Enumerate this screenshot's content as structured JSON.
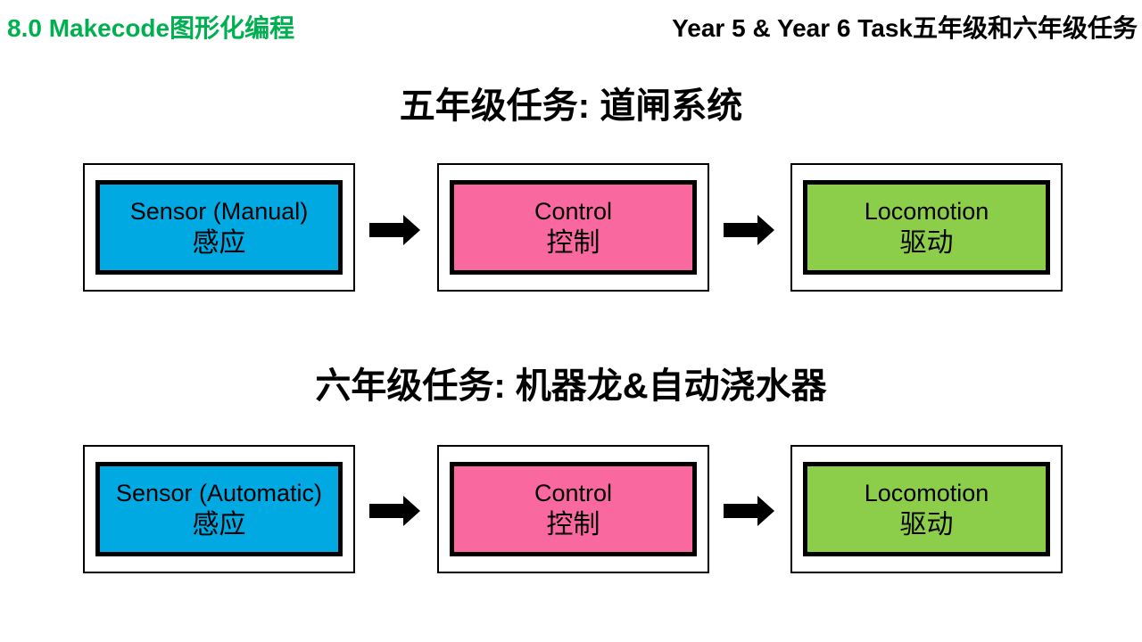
{
  "header": {
    "left_title": "8.0 Makecode图形化编程",
    "left_color": "#00B050",
    "right_title": "Year 5 & Year 6 Task五年级和六年级任务",
    "right_color": "#000000"
  },
  "colors": {
    "sensor_blue": "#00A9E2",
    "control_pink": "#F9699F",
    "locomotion_green": "#8CCE4A",
    "box_border": "#000000",
    "arrow_black": "#000000"
  },
  "sections": [
    {
      "title": "五年级任务: 道闸系统",
      "boxes": [
        {
          "line1": "Sensor (Manual)",
          "line2": "感应",
          "color": "#00A9E2"
        },
        {
          "line1": "Control",
          "line2": "控制",
          "color": "#F9699F"
        },
        {
          "line1": "Locomotion",
          "line2": "驱动",
          "color": "#8CCE4A"
        }
      ]
    },
    {
      "title": "六年级任务: 机器龙&自动浇水器",
      "boxes": [
        {
          "line1": "Sensor (Automatic)",
          "line2": "感应",
          "color": "#00A9E2"
        },
        {
          "line1": "Control",
          "line2": "控制",
          "color": "#F9699F"
        },
        {
          "line1": "Locomotion",
          "line2": "驱动",
          "color": "#8CCE4A"
        }
      ]
    }
  ]
}
